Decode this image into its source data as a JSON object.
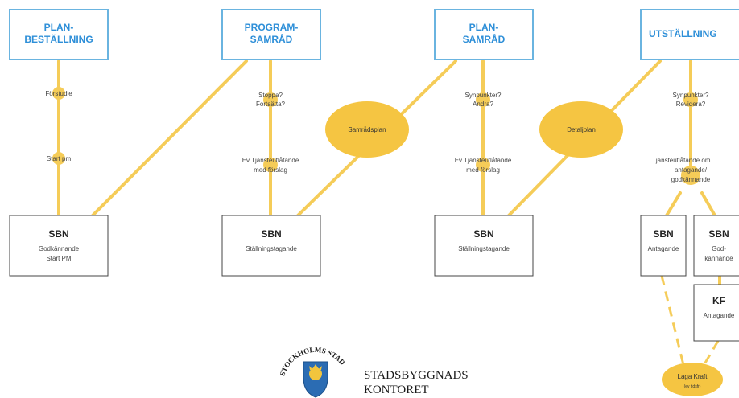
{
  "stages": [
    {
      "line1": "PLAN-",
      "line2": "BESTÄLLNING"
    },
    {
      "line1": "PROGRAM-",
      "line2": "SAMRÅD"
    },
    {
      "line1": "PLAN-",
      "line2": "SAMRÅD"
    },
    {
      "line1": "UTSTÄLLNING",
      "line2": ""
    }
  ],
  "steps": {
    "col1": {
      "a": "Förstudie",
      "b": "Start pm"
    },
    "col2": {
      "a1": "Stoppa?",
      "a2": "Fortsätta?",
      "b1": "Ev Tjänsteutlåtande",
      "b2": "med förslag"
    },
    "col3": {
      "a1": "Synpunkter?",
      "a2": "Ändra?",
      "b1": "Ev Tjänsteutlåtande",
      "b2": "med förslag"
    },
    "col4": {
      "a1": "Synpunkter?",
      "a2": "Revidera?",
      "b1": "Tjänsteutlåtande om",
      "b2": "antagande/",
      "b3": "godkännande"
    }
  },
  "ellipses": {
    "samradsplan": "Samrådsplan",
    "detaljplan": "Detaljplan",
    "laga_kraft": "Laga Kraft",
    "laga_kraft_sub": "(ev tidsfr)"
  },
  "decisions": {
    "d1": {
      "title": "SBN",
      "line1": "Godkännande",
      "line2": "Start PM"
    },
    "d2": {
      "title": "SBN",
      "line1": "Ställningstagande"
    },
    "d3": {
      "title": "SBN",
      "line1": "Ställningstagande"
    },
    "d4": {
      "title": "SBN",
      "line1": "Antagande"
    },
    "d5": {
      "title": "SBN",
      "line1": "God-",
      "line2": "kännande"
    },
    "d6": {
      "title": "KF",
      "line1": "Antagande"
    }
  },
  "logo": {
    "ring": "STOCKHOLMS STAD",
    "line1": "STADSBYGGNADS",
    "line2": "KONTORET"
  },
  "colors": {
    "stage_border": "#6ab4e0",
    "stage_text": "#2e8fd8",
    "flow": "#f5cc58",
    "ellipse": "#f5c542"
  }
}
